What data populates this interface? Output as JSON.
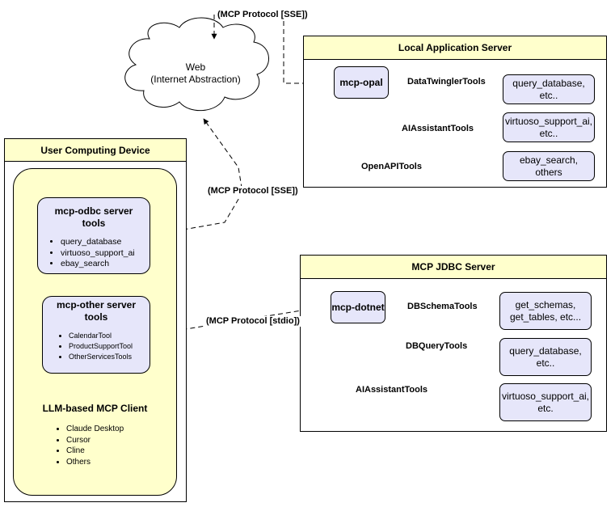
{
  "web_cloud": {
    "line1": "Web",
    "line2": "(Internet Abstraction)"
  },
  "edge_labels": {
    "sse_top": "(MCP Protocol [SSE])",
    "sse_mid": "(MCP Protocol [SSE])",
    "stdio": "(MCP Protocol [stdio])",
    "datatwingler": "DataTwinglerTools",
    "aiassistant_local": "AIAssistantTools",
    "openapi": "OpenAPITools",
    "dbschema": "DBSchemaTools",
    "dbquery": "DBQueryTools",
    "aiassistant_jdbc": "AIAssistantTools"
  },
  "local_server": {
    "title": "Local Application Server",
    "hub": "mcp-opal",
    "targets": [
      {
        "line1": "query_database,",
        "line2": "etc.."
      },
      {
        "line1": "virtuoso_support_ai,",
        "line2": "etc.."
      },
      {
        "line1": "ebay_search,",
        "line2": "others"
      }
    ]
  },
  "jdbc_server": {
    "title": "MCP JDBC Server",
    "hub": "mcp-dotnet",
    "targets": [
      {
        "line1": "get_schemas,",
        "line2": "get_tables, etc..."
      },
      {
        "line1": "query_database,",
        "line2": "etc.."
      },
      {
        "line1": "virtuoso_support_ai,",
        "line2": "etc."
      }
    ]
  },
  "user_device": {
    "title": "User Computing Device",
    "odbc": {
      "title_line1": "mcp-odbc server",
      "title_line2": "tools",
      "items": [
        "query_database",
        "virtuoso_support_ai",
        "ebay_search"
      ]
    },
    "other": {
      "title_line1": "mcp-other server",
      "title_line2": "tools",
      "items": [
        "CalendarTool",
        "ProductSupportTool",
        "OtherServicesTools"
      ]
    },
    "client": {
      "title": "LLM-based MCP Client",
      "items": [
        "Claude Desktop",
        "Cursor",
        "Cline",
        "Others"
      ]
    }
  }
}
